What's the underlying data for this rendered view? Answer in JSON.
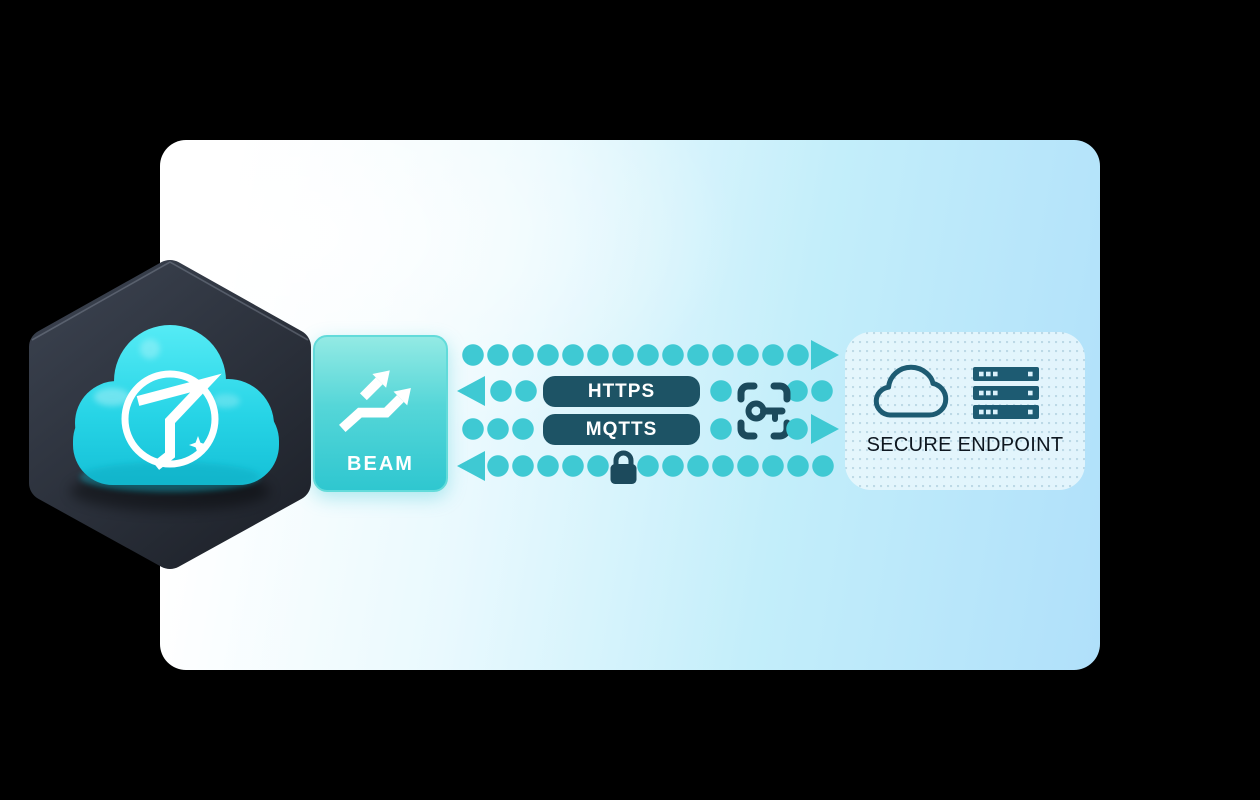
{
  "colors": {
    "accent_turquoise": "#3fc9d3",
    "pill_dark_teal": "#1d5365",
    "glyph_teal": "#1c4a5c",
    "endpoint_icon_teal": "#1d5b72",
    "beam_gradient_top": "#93eae4",
    "beam_gradient_bottom": "#2fc7d0",
    "cloud_cyan": "#2bd9ea",
    "hexagon_dark": "#262b34",
    "card_blue": "#b0e0fa"
  },
  "logo": {
    "name": "cloud-hexagon-logo",
    "emblem": "zigzag-star-emblem"
  },
  "beam": {
    "label": "BEAM",
    "icon": "branching-arrows-icon"
  },
  "flows": {
    "key_icon": "key-viewfinder-icon",
    "lock_icon": "lock-icon",
    "rows": [
      {
        "name": "uplink-row",
        "direction": "right",
        "label": ""
      },
      {
        "name": "https-row",
        "direction": "left",
        "label": "HTTPS"
      },
      {
        "name": "mqtts-row",
        "direction": "right",
        "label": "MQTTS"
      },
      {
        "name": "downlink-row",
        "direction": "left",
        "label": ""
      }
    ]
  },
  "endpoint": {
    "label": "SECURE ENDPOINT",
    "icons": [
      "cloud-outline-icon",
      "server-stack-icon"
    ]
  }
}
